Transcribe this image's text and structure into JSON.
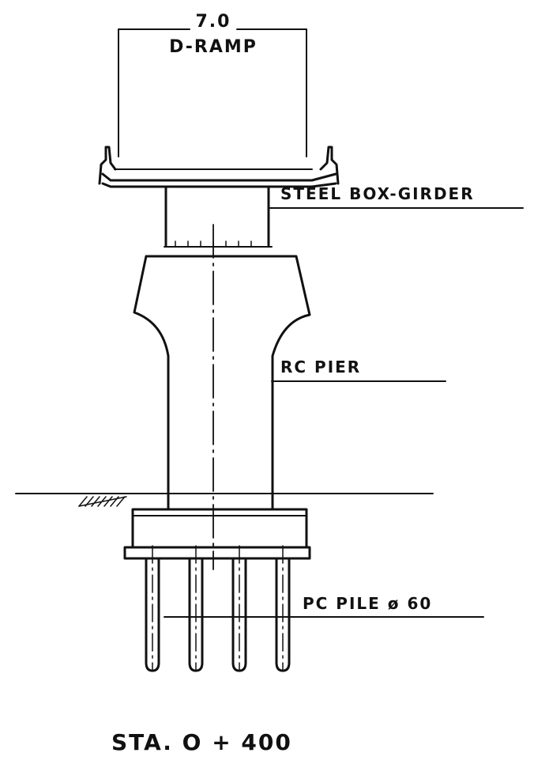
{
  "drawing": {
    "deck_width": "7.0",
    "deck_name": "D-RAMP",
    "girder_label": "STEEL  BOX-GIRDER",
    "pier_label": "RC PIER",
    "pile_label": "PC PILE  ø 60",
    "station_label": "STA. O + 400"
  },
  "colors": {
    "ink": "#111111",
    "paper": "#ffffff"
  }
}
